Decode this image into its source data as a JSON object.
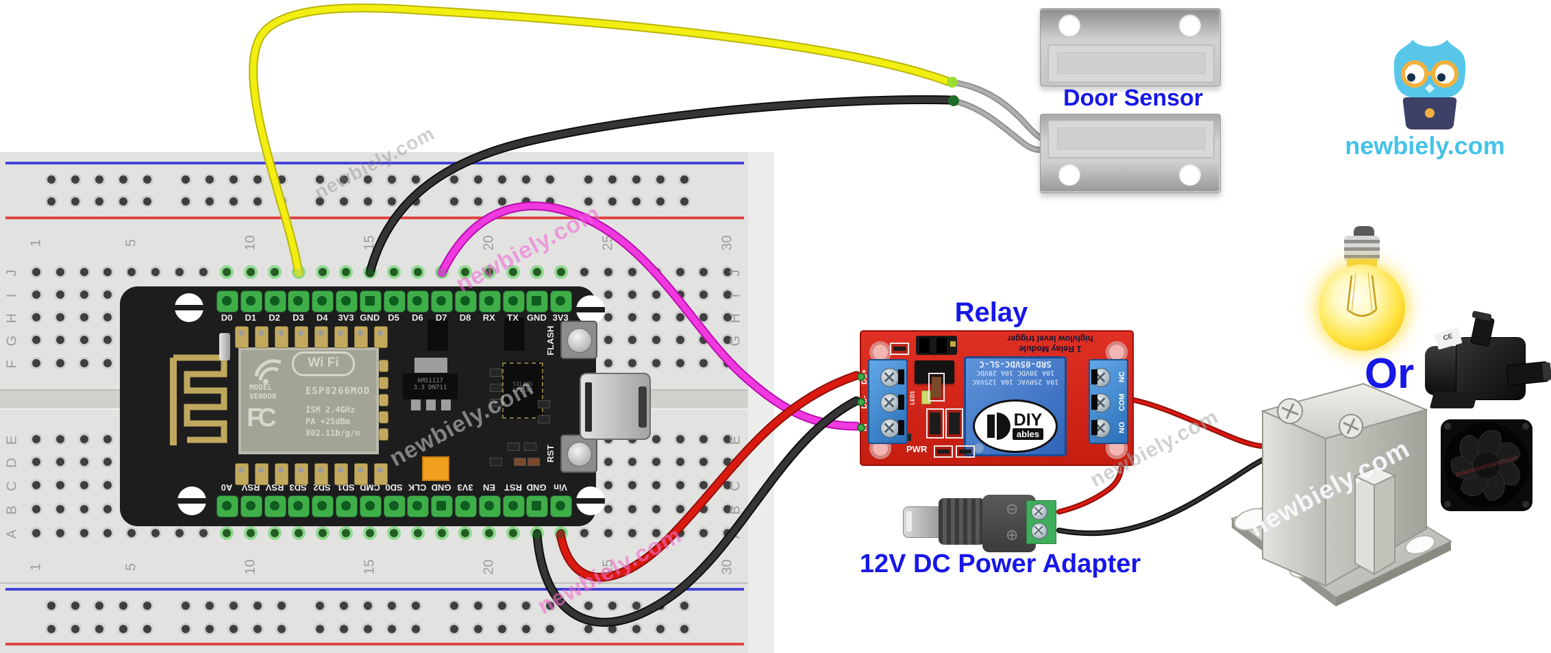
{
  "watermark": {
    "text": "newbiely.com"
  },
  "logo": {
    "text": "newbiely.com"
  },
  "labels": {
    "door_sensor": "Door Sensor",
    "relay": "Relay",
    "adapter": "12V DC Power Adapter",
    "or": "Or"
  },
  "colors": {
    "label_blue": "#1717e6",
    "logo_blue": "#45c3e8",
    "relay_board_red": "#d6251b",
    "wire_yellow": "#f2ee12",
    "wire_black": "#353535",
    "wire_magenta": "#f03ae0",
    "wire_red": "#da1a10",
    "sensor_wire_gray": "#b0b0b0"
  },
  "breadboard": {
    "column_numbers": [
      "1",
      "5",
      "10",
      "15",
      "20",
      "25",
      "30"
    ],
    "upper_row_letters": [
      "J",
      "I",
      "H",
      "G",
      "F"
    ],
    "lower_row_letters": [
      "E",
      "D",
      "C",
      "B",
      "A"
    ]
  },
  "nodemcu": {
    "top_pins": [
      "D0",
      "D1",
      "D2",
      "D3",
      "D4",
      "3V3",
      "GND",
      "D5",
      "D6",
      "D7",
      "D8",
      "RX",
      "TX",
      "GND",
      "3V3"
    ],
    "bottom_pins": [
      "A0",
      "RSV",
      "RSV",
      "SD3",
      "SD2",
      "SD1",
      "CMD",
      "SD0",
      "CLK",
      "GND",
      "3V3",
      "EN",
      "RST",
      "GND",
      "Vin"
    ],
    "wifi_logo": "Wi Fi",
    "model": "MODEL",
    "vendor": "VENDOR",
    "chip": "ESP8266MOD",
    "fcc": "FC",
    "specs": [
      "ISM 2.4GHz",
      "PA  +25dBm",
      "802.11b/g/n"
    ],
    "flash": "FLASH",
    "rst": "RST",
    "regulator": [
      "AMS1117",
      "3.3 DN711"
    ],
    "usb_chip": [
      "SILABS",
      "CP2102"
    ]
  },
  "relay": {
    "title": "Relay",
    "header_lines": [
      "1 Relay Module",
      "high/low level trigger"
    ],
    "cube_lines": [
      "10A 250VAC 10A 125VAC",
      "10A 30VDC 10A 28VDC",
      "SRD-05VDC-SL-C"
    ],
    "brand": "DIY",
    "brand2": "ables",
    "led": "LED1",
    "pwr": "PWR",
    "left_terminals": [
      "DC+",
      "DC-",
      "IN"
    ],
    "right_terminals": [
      "NC",
      "COM",
      "NO"
    ]
  },
  "adapter": {
    "label": "12V DC Power Adapter",
    "minus": "⊖",
    "plus": "⊕"
  },
  "alternatives": {
    "or": "Or",
    "fan_watermark": "ArduinoGetStarted.com",
    "pump_ce": "CE"
  }
}
